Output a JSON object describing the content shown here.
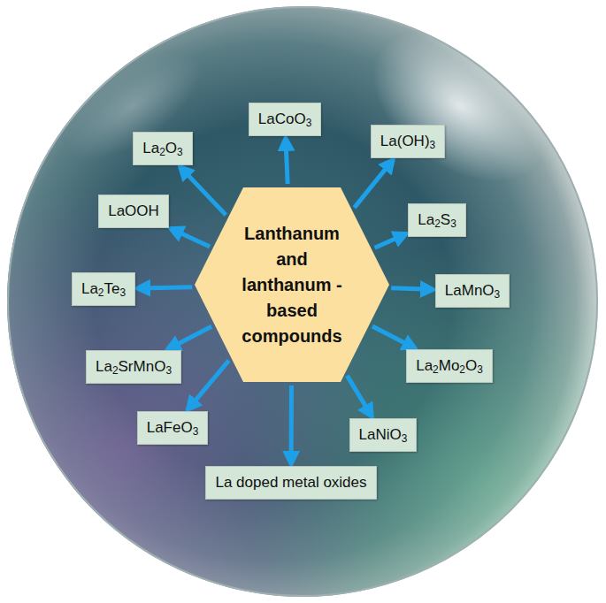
{
  "diagram": {
    "nodes": [
      {
        "text": [
          "Lanthanum and lanthanum -based compounds"
        ]
      },
      {
        "text": [
          "LaCoO3"
        ]
      },
      {
        "text": [
          "La(OH)3"
        ]
      },
      {
        "text": [
          "La2S3"
        ]
      },
      {
        "text": [
          "LaMnO3"
        ]
      },
      {
        "text": [
          "La2Mo2O3"
        ]
      },
      {
        "text": [
          "LaNiO3"
        ]
      },
      {
        "text": [
          "La doped metal oxides"
        ]
      },
      {
        "text": [
          "LaFeO3"
        ]
      },
      {
        "text": [
          "La2SrMnO3"
        ]
      },
      {
        "text": [
          "La2Te3"
        ]
      },
      {
        "text": [
          "LaOOH"
        ]
      },
      {
        "text": [
          "La2O3"
        ]
      }
    ],
    "edges": [
      {
        "from": 0,
        "to": 1,
        "arrow": "to"
      },
      {
        "from": 0,
        "to": 2,
        "arrow": "to"
      },
      {
        "from": 0,
        "to": 3,
        "arrow": "to"
      },
      {
        "from": 0,
        "to": 4,
        "arrow": "to"
      },
      {
        "from": 0,
        "to": 5,
        "arrow": "to"
      },
      {
        "from": 0,
        "to": 6,
        "arrow": "to"
      },
      {
        "from": 0,
        "to": 7,
        "arrow": "to"
      },
      {
        "from": 0,
        "to": 8,
        "arrow": "to"
      },
      {
        "from": 0,
        "to": 9,
        "arrow": "to"
      },
      {
        "from": 0,
        "to": 10,
        "arrow": "to"
      },
      {
        "from": 0,
        "to": 11,
        "arrow": "to"
      },
      {
        "from": 0,
        "to": 12,
        "arrow": "to"
      }
    ]
  }
}
